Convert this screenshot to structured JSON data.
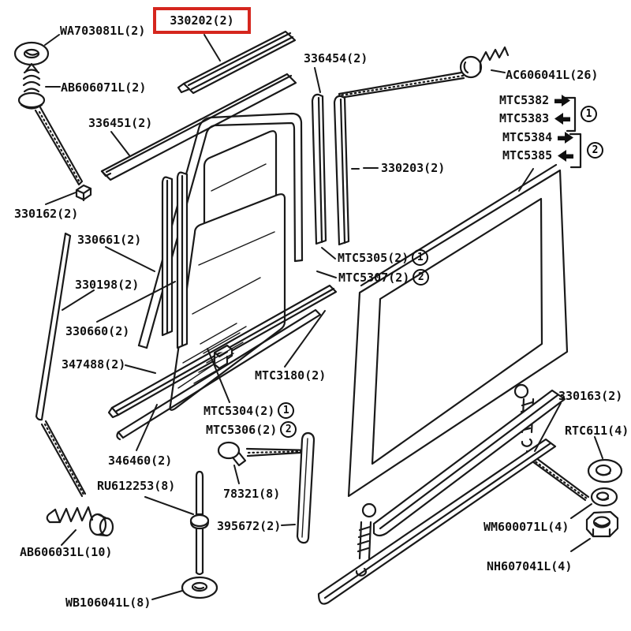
{
  "highlight": {
    "color": "#d5261e",
    "part": "330202(2)"
  },
  "labels": {
    "wa703081l": "WA703081L(2)",
    "p330202": "330202(2)",
    "ab606071l": "AB606071L(2)",
    "p336451": "336451(2)",
    "p336454": "336454(2)",
    "ac606041l": "AC606041L(26)",
    "mtc5382": "MTC5382",
    "mtc5383": "MTC5383",
    "mtc5384": "MTC5384",
    "mtc5385": "MTC5385",
    "p330203": "330203(2)",
    "p330162": "330162(2)",
    "p330661": "330661(2)",
    "p330198": "330198(2)",
    "p330660": "330660(2)",
    "p347488": "347488(2)",
    "mtc5305": "MTC5305(2)",
    "mtc5307": "MTC5307(2)",
    "mtc3180": "MTC3180(2)",
    "mtc5304": "MTC5304(2)",
    "mtc5306": "MTC5306(2)",
    "p346460": "346460(2)",
    "ru612253": "RU612253(8)",
    "p78321": "78321(8)",
    "p395672": "395672(2)",
    "ab606031l": "AB606031L(10)",
    "wb106041l": "WB106041L(8)",
    "p330163": "330163(2)",
    "rtc611": "RTC611(4)",
    "wm600071l": "WM600071L(4)",
    "nh607041l": "NH607041L(4)"
  },
  "circled_numbers": {
    "one": "1",
    "two": "2"
  },
  "icons": {
    "arrow_right": "right-arrow",
    "arrow_left": "left-arrow"
  }
}
